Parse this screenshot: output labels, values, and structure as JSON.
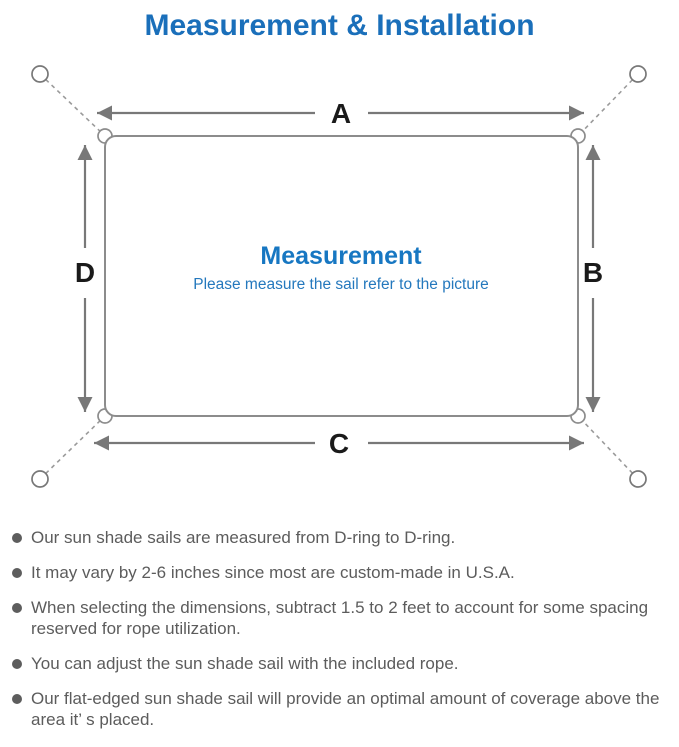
{
  "title": "Measurement & Installation",
  "diagram": {
    "center_title": "Measurement",
    "center_subtitle": "Please measure the sail refer to the picture",
    "dimension_labels": {
      "top": "A",
      "right": "B",
      "bottom": "C",
      "left": "D"
    }
  },
  "bullets": [
    "Our sun shade sails are measured from D-ring to D-ring.",
    "It may vary by 2-6 inches since most are custom-made in U.S.A.",
    "When selecting the dimensions, subtract 1.5 to 2 feet to account for some spacing reserved for rope utilization.",
    "You can adjust the sun shade sail with the included rope.",
    "Our flat-edged sun shade sail will provide an optimal amount of coverage above the area it’ s placed."
  ],
  "colors": {
    "title_blue": "#1a6fba",
    "center_blue": "#1777c2",
    "outline_gray": "#8c8c8c",
    "arrow_gray": "#787878",
    "dash_gray": "#9a9a9a",
    "label_black": "#1a1a1a",
    "text_gray": "#5c5c5c"
  }
}
